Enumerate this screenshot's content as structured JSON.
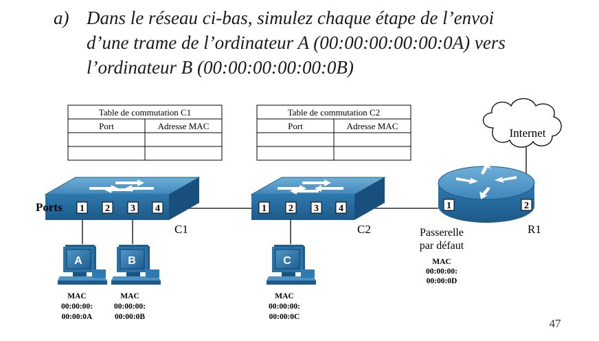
{
  "question": {
    "label": "a)",
    "lines": [
      "Dans le réseau ci-bas, simulez chaque étape de l’envoi",
      "d’une trame de l’ordinateur A (00:00:00:00:00:0A) vers",
      "l’ordinateur B (00:00:00:00:00:0B)"
    ]
  },
  "tables": [
    {
      "title": "Table de commutation C1",
      "col_port": "Port",
      "col_mac": "Adresse MAC"
    },
    {
      "title": "Table de commutation C2",
      "col_port": "Port",
      "col_mac": "Adresse MAC"
    }
  ],
  "ports_label": "Ports",
  "switches": [
    {
      "name": "C1",
      "ports": [
        "1",
        "2",
        "3",
        "4"
      ]
    },
    {
      "name": "C2",
      "ports": [
        "1",
        "2",
        "3",
        "4"
      ]
    }
  ],
  "router": {
    "name": "R1",
    "ports": [
      "1",
      "2"
    ]
  },
  "internet_label": "Internet",
  "gateway": {
    "line1": "Passerelle",
    "line2": "par défaut",
    "mac_title": "MAC",
    "mac1": "00:00:00:",
    "mac2": "00:00:0D"
  },
  "computers": [
    {
      "letter": "A",
      "mac_title": "MAC",
      "mac1": "00:00:00:",
      "mac2": "00:00:0A"
    },
    {
      "letter": "B",
      "mac_title": "MAC",
      "mac1": "00:00:00:",
      "mac2": "00:00:0B"
    },
    {
      "letter": "C",
      "mac_title": "MAC",
      "mac1": "00:00:00:",
      "mac2": "00:00:0C"
    }
  ],
  "page_number": "47",
  "colors": {
    "device_top": "#5a9ec9",
    "device_front": "#2a6fa3",
    "device_side": "#1e5b8c",
    "text": "#000000"
  }
}
